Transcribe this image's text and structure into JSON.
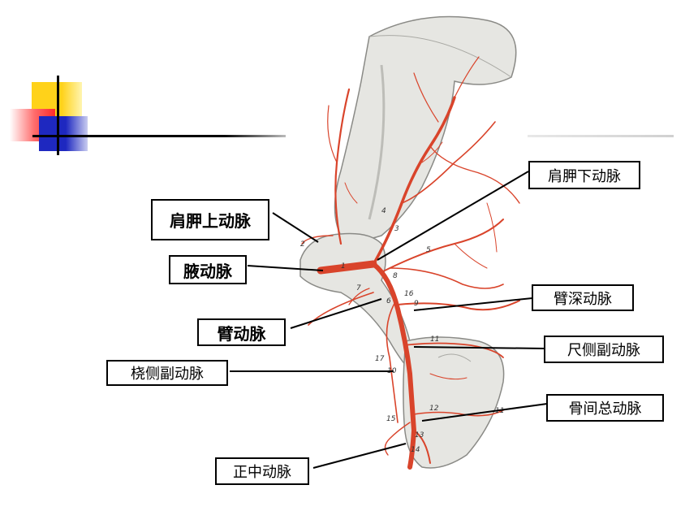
{
  "labels": {
    "suprascapular": "肩胛上动脉",
    "axillary": "腋动脉",
    "brachial": "臂动脉",
    "radial_collateral": "桡侧副动脉",
    "median": "正中动脉",
    "subscapular": "肩胛下动脉",
    "deep_brachial": "臂深动脉",
    "ulnar_collateral": "尺侧副动脉",
    "common_interosseous": "骨间总动脉"
  },
  "figure_numbers": [
    "1",
    "2",
    "3",
    "4",
    "5",
    "6",
    "7",
    "8",
    "9",
    "10",
    "11",
    "11",
    "12",
    "13",
    "14",
    "15",
    "16",
    "17"
  ],
  "colors": {
    "artery": "#d9442b",
    "bone_fill": "#e6e6e2",
    "bone_stroke": "#8a8a86",
    "deco_yellow": "#ffd21a",
    "deco_red": "#ff3b3b",
    "deco_blue": "#2a35c8"
  }
}
